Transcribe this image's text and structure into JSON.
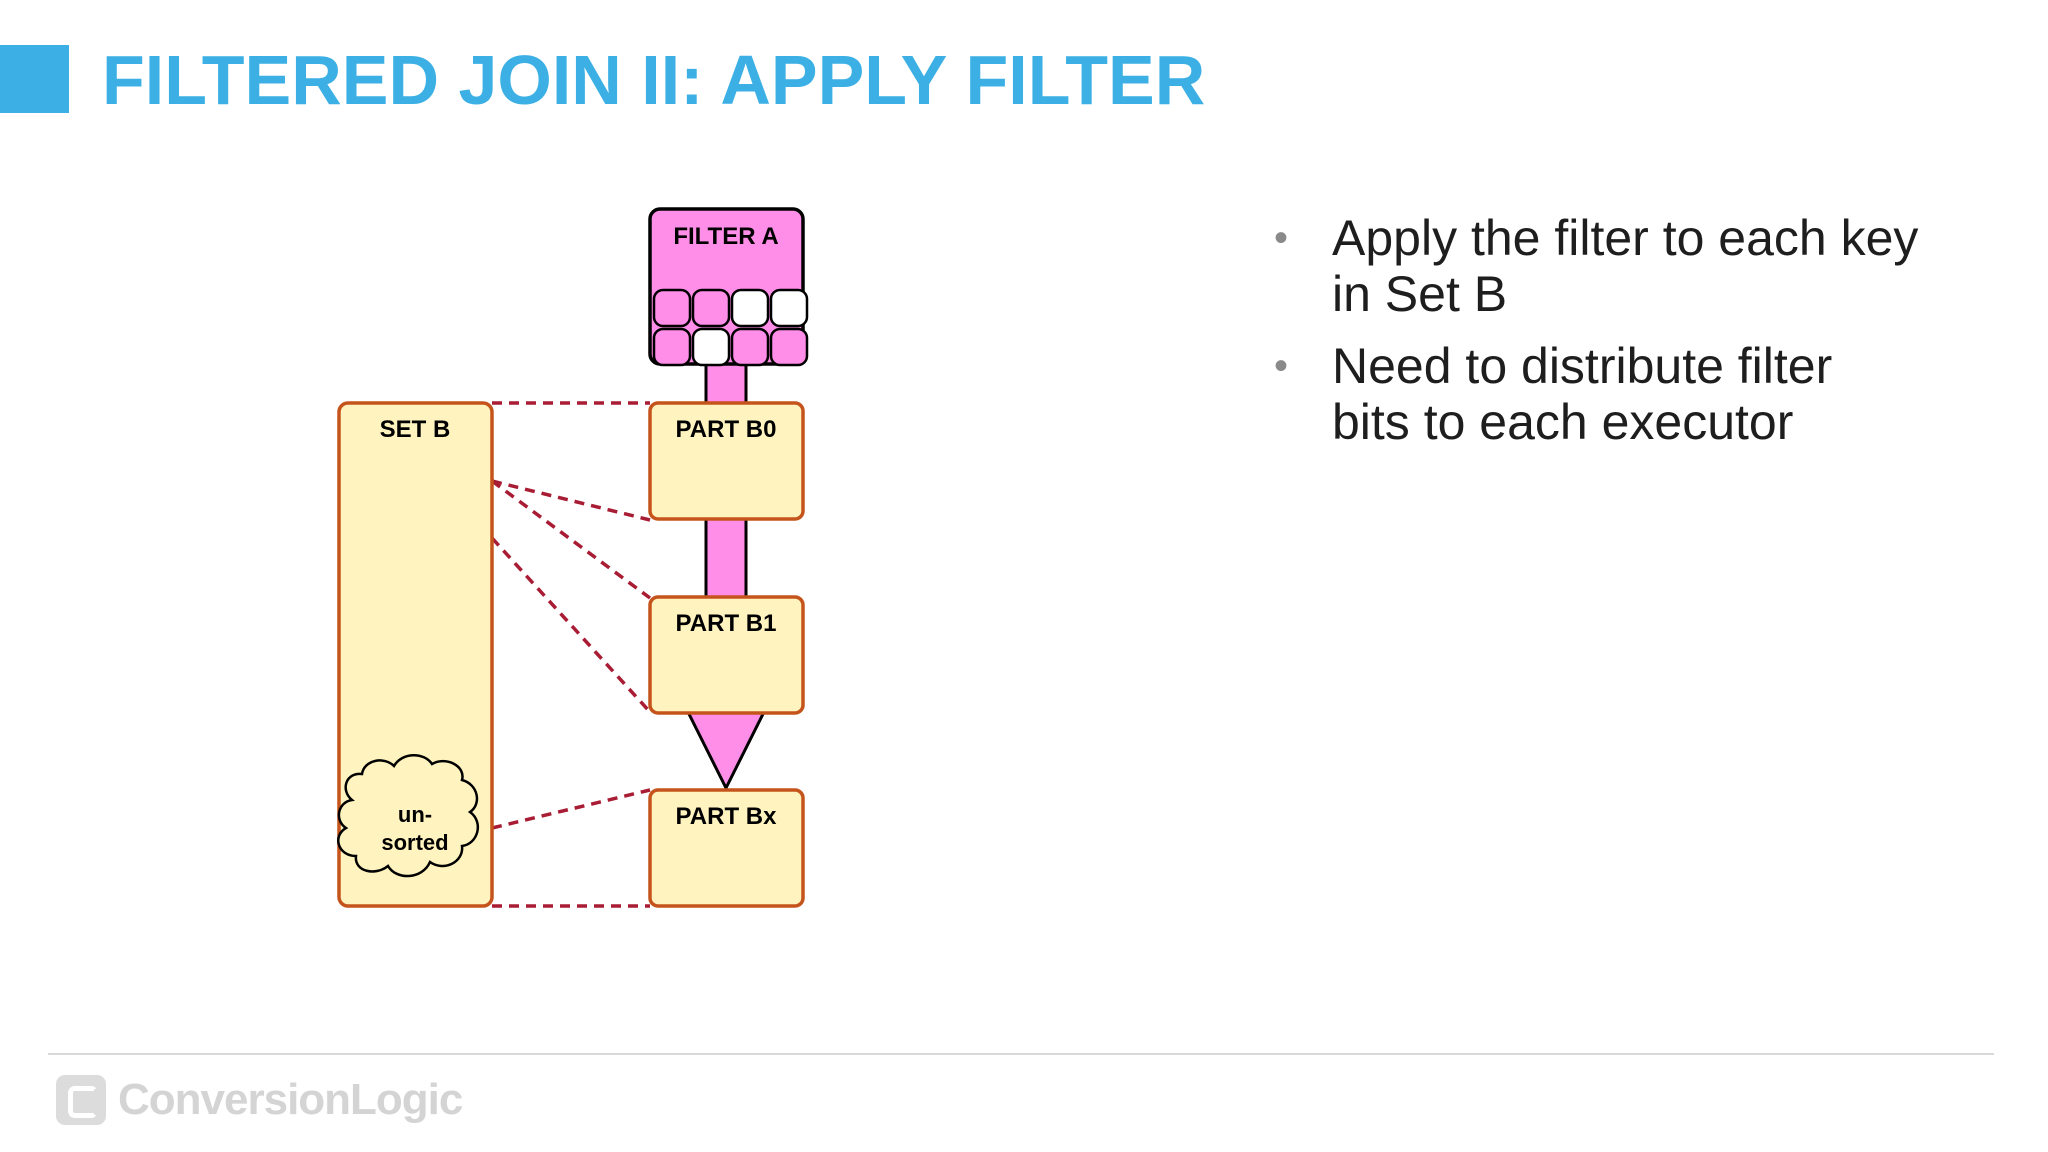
{
  "slide": {
    "title": "FILTERED JOIN II: APPLY FILTER"
  },
  "diagram": {
    "filter_label": "FILTER A",
    "filter_bits": [
      [
        1,
        1,
        0,
        0
      ],
      [
        1,
        0,
        1,
        1
      ]
    ],
    "set_label": "SET B",
    "cloud_line1": "un-",
    "cloud_line2": "sorted",
    "partitions": [
      "PART B0",
      "PART B1",
      "PART Bx"
    ]
  },
  "bullets": [
    "Apply the filter to each key in Set B",
    "Need to distribute filter bits to each executor"
  ],
  "footer": {
    "logo_text": "ConversionLogic"
  },
  "colors": {
    "accent": "#3cb0e4",
    "filter_pink": "#ff8ee8",
    "box_fill": "#fff4bf",
    "box_border": "#c5541c",
    "dash_line": "#a81c34"
  }
}
